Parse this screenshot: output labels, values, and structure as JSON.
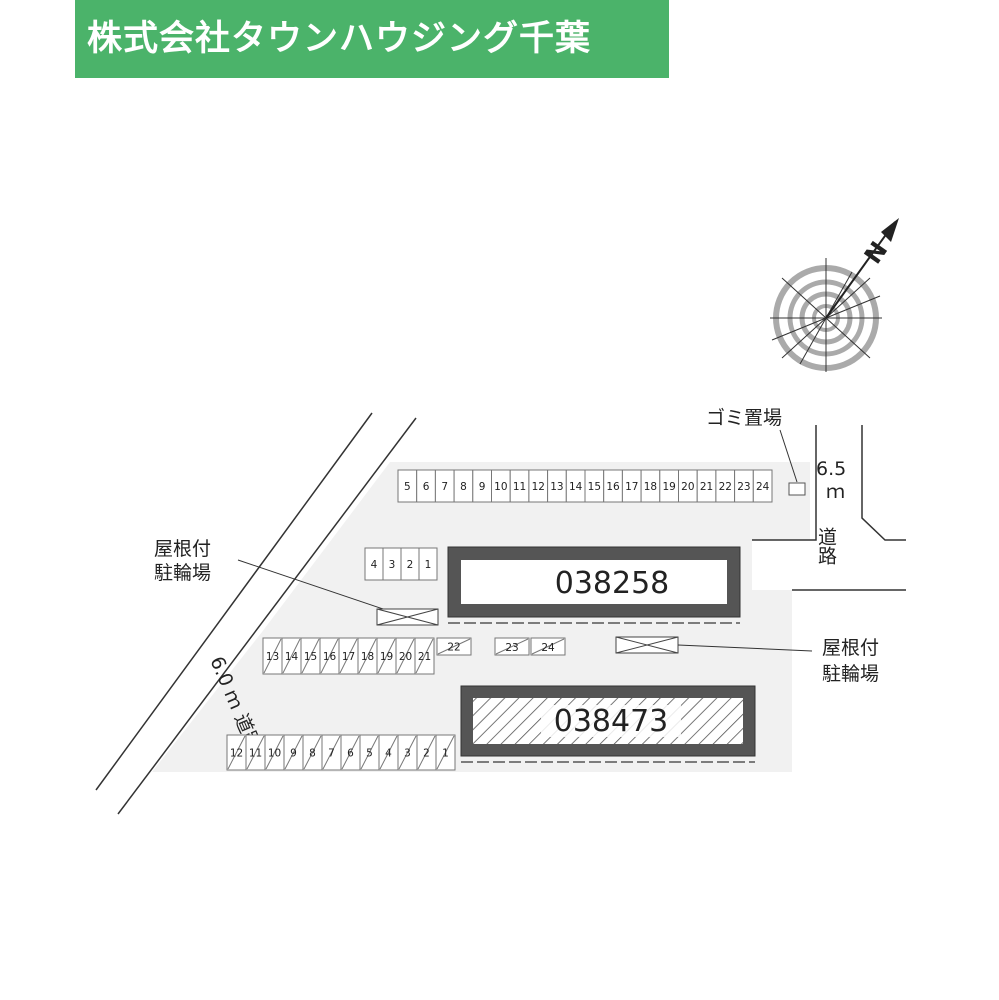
{
  "header": {
    "company": "株式会社タウンハウジング千葉"
  },
  "colors": {
    "accent": "#4bb36a",
    "lot": "#f1f1f1",
    "road_line": "#333333"
  },
  "compass": {
    "label": "N"
  },
  "roads": {
    "main": {
      "width": "6.0",
      "unit": "ｍ",
      "label": "道路"
    },
    "east": {
      "width": "6.5",
      "unit": "ｍ",
      "label": "道路"
    }
  },
  "buildings": [
    {
      "code": "038258",
      "pattern": "plain"
    },
    {
      "code": "038473",
      "pattern": "hatched"
    }
  ],
  "facilities": {
    "garbage": "ゴミ置場",
    "bike_left": [
      "屋根付",
      "駐輪場"
    ],
    "bike_right": [
      "屋根付",
      "駐輪場"
    ]
  },
  "parking": {
    "top_row": [
      "5",
      "6",
      "7",
      "8",
      "9",
      "10",
      "11",
      "12",
      "13",
      "14",
      "15",
      "16",
      "17",
      "18",
      "19",
      "20",
      "21",
      "22",
      "23",
      "24"
    ],
    "small_block": [
      "4",
      "3",
      "2",
      "1"
    ],
    "middle_row": [
      "13",
      "14",
      "15",
      "16",
      "17",
      "18",
      "19",
      "20",
      "21"
    ],
    "middle_extra": [
      "22",
      "23",
      "24"
    ],
    "bottom_row": [
      "12",
      "11",
      "10",
      "9",
      "8",
      "7",
      "6",
      "5",
      "4",
      "3",
      "2",
      "1"
    ]
  }
}
